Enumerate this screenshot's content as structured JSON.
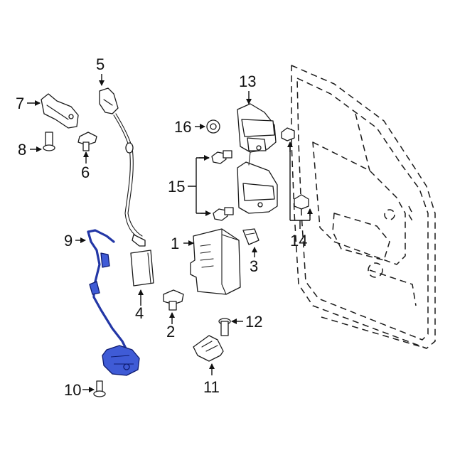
{
  "diagram": {
    "callouts": {
      "c1": "1",
      "c2": "2",
      "c3": "3",
      "c4": "4",
      "c5": "5",
      "c6": "6",
      "c7": "7",
      "c8": "8",
      "c9": "9",
      "c10": "10",
      "c11": "11",
      "c12": "12",
      "c13": "13",
      "c14": "14",
      "c15": "15",
      "c16": "16"
    },
    "highlight_color": "#3f5bd6",
    "line_color": "#1a1a1a"
  }
}
